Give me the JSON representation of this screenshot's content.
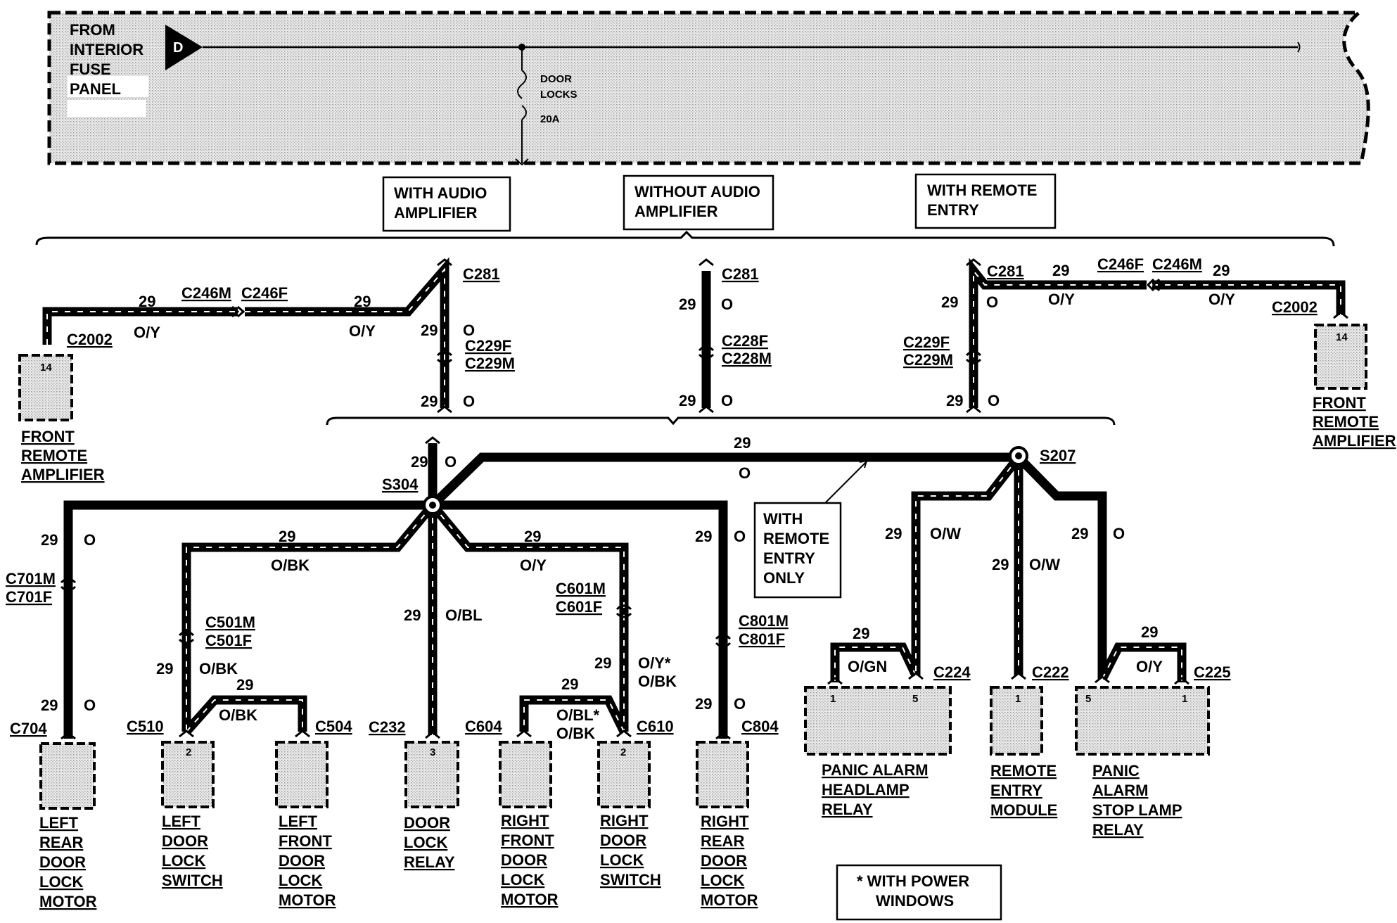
{
  "panel": {
    "source_lines": [
      "FROM",
      "INTERIOR",
      "FUSE",
      "PANEL"
    ],
    "connector_letter": "D",
    "fuse_label": [
      "DOOR",
      "LOCKS",
      "20A"
    ]
  },
  "options": {
    "audio": [
      "WITH AUDIO",
      "AMPLIFIER"
    ],
    "no_audio": [
      "WITHOUT AUDIO",
      "AMPLIFIER"
    ],
    "remote": [
      "WITH REMOTE",
      "ENTRY"
    ],
    "remote_only": [
      "WITH",
      "REMOTE",
      "ENTRY",
      "ONLY"
    ],
    "power_windows": [
      "* WITH POWER",
      "WINDOWS"
    ]
  },
  "wire": {
    "num": "29",
    "o": "O",
    "oy": "O/Y",
    "obk": "O/BK",
    "obl": "O/BL",
    "ow": "O/W",
    "ogn": "O/GN",
    "oystar": "O/Y*",
    "oblstar": "O/BL*"
  },
  "conn": {
    "c281": "C281",
    "c246m": "C246M",
    "c246f": "C246F",
    "c2002": "C2002",
    "c229f": "C229F",
    "c229m": "C229M",
    "c228f": "C228F",
    "c228m": "C228M",
    "s304": "S304",
    "s207": "S207",
    "c701m": "C701M",
    "c701f": "C701F",
    "c501m": "C501M",
    "c501f": "C501F",
    "c601m": "C601M",
    "c601f": "C601F",
    "c801m": "C801M",
    "c801f": "C801F",
    "c704": "C704",
    "c510": "C510",
    "c504": "C504",
    "c232": "C232",
    "c604": "C604",
    "c610": "C610",
    "c804": "C804",
    "c224": "C224",
    "c222": "C222",
    "c225": "C225"
  },
  "pins": {
    "p14": "14",
    "p2": "2",
    "p3": "3",
    "p1": "1",
    "p5": "5"
  },
  "components": {
    "front_amp": [
      "FRONT",
      "REMOTE",
      "AMPLIFIER"
    ],
    "left_rear_motor": [
      "LEFT",
      "REAR",
      "DOOR",
      "LOCK",
      "MOTOR"
    ],
    "left_switch": [
      "LEFT",
      "DOOR",
      "LOCK",
      "SWITCH"
    ],
    "left_front_motor": [
      "LEFT",
      "FRONT",
      "DOOR",
      "LOCK",
      "MOTOR"
    ],
    "relay": [
      "DOOR",
      "LOCK",
      "RELAY"
    ],
    "right_front_motor": [
      "RIGHT",
      "FRONT",
      "DOOR",
      "LOCK",
      "MOTOR"
    ],
    "right_switch": [
      "RIGHT",
      "DOOR",
      "LOCK",
      "SWITCH"
    ],
    "right_rear_motor": [
      "RIGHT",
      "REAR",
      "DOOR",
      "LOCK",
      "MOTOR"
    ],
    "panic_headlamp": [
      "PANIC ALARM",
      "HEADLAMP",
      "RELAY"
    ],
    "remote_module": [
      "REMOTE",
      "ENTRY",
      "MODULE"
    ],
    "panic_stop": [
      "PANIC",
      "ALARM",
      "STOP LAMP",
      "RELAY"
    ]
  }
}
